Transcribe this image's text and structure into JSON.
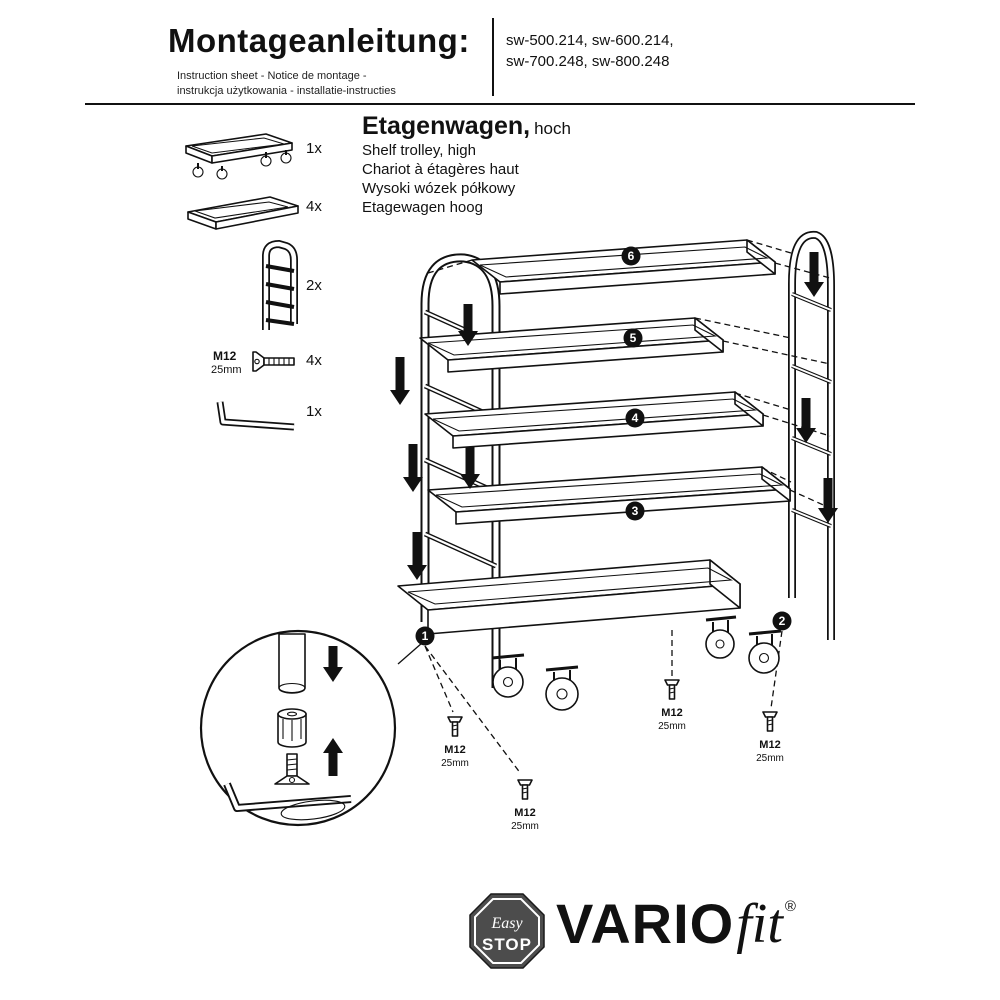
{
  "header": {
    "title": "Montageanleitung:",
    "subtitle_line1": "Instruction sheet - Notice de montage -",
    "subtitle_line2": "instrukcja użytkowania - installatie-instructies",
    "models_line1": "sw-500.214, sw-600.214,",
    "models_line2": "sw-700.248, sw-800.248"
  },
  "parts": {
    "items": [
      {
        "id": "base-trolley",
        "qty": "1x"
      },
      {
        "id": "tray",
        "qty": "4x"
      },
      {
        "id": "side-frame",
        "qty": "2x"
      },
      {
        "id": "countersunk-bolt",
        "qty": "4x",
        "label1": "M12",
        "label2": "25mm"
      },
      {
        "id": "allen-key",
        "qty": "1x"
      }
    ]
  },
  "product": {
    "title": "Etagenwagen,",
    "title_suffix": "hoch",
    "name_en": "Shelf trolley, high",
    "name_fr": "Chariot à étagères haut",
    "name_pl": "Wysoki wózek półkowy",
    "name_nl": "Etagewagen hoog"
  },
  "diagram": {
    "callouts": {
      "c1": "1",
      "c2": "2",
      "c3": "3",
      "c4": "4",
      "c5": "5",
      "c6": "6"
    },
    "screws": [
      {
        "m": "M12",
        "size": "25mm"
      },
      {
        "m": "M12",
        "size": "25mm"
      },
      {
        "m": "M12",
        "size": "25mm"
      },
      {
        "m": "M12",
        "size": "25mm"
      }
    ]
  },
  "footer": {
    "easystop": {
      "line1": "Easy",
      "line2": "STOP"
    },
    "brand": {
      "bold": "VARIO",
      "italic": "fit",
      "reg": "®"
    }
  },
  "colors": {
    "ink": "#111111",
    "octagon_gray": "#4c4c4c"
  }
}
